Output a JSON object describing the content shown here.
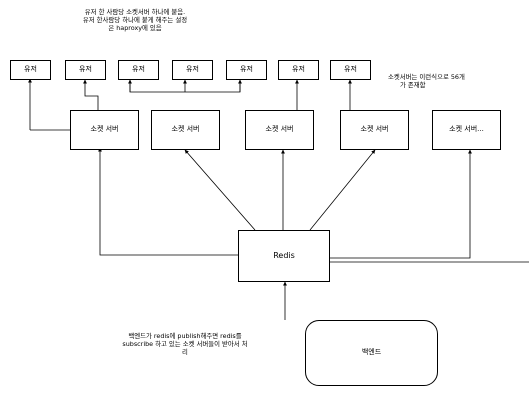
{
  "user_label": "유저",
  "socket_servers": [
    "소켓 서버",
    "소켓 서버",
    "소켓 서버",
    "소켓 서버",
    "소켓 서버..."
  ],
  "redis_label": "Redis",
  "backend_label": "백엔드",
  "notes": {
    "top": [
      "유저 한 사람당 소켓서버 하나에 붙음.",
      "유저 한사람당 하나에 붙게 해주는 설정",
      "은 haproxy에 있음"
    ],
    "right": [
      "소켓서버는 이런식으로 56개",
      "가 존재함"
    ],
    "bottom": [
      "백엔드가 redis에 publish해주면 redis를",
      "subscribe 하고 있는 소켓 서버들이 받아서 처",
      "리"
    ]
  }
}
